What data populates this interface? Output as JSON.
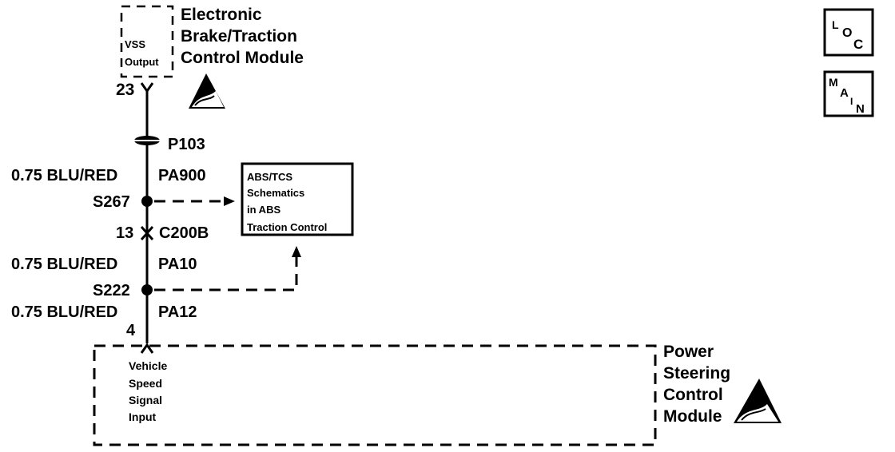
{
  "top_module": {
    "name_lines": [
      "Electronic",
      "Brake/Traction",
      "Control Module"
    ],
    "inner_lines": [
      "VSS",
      "Output"
    ],
    "pin": "23"
  },
  "splice_connector": {
    "label": "P103"
  },
  "wire_segments": [
    {
      "gauge_color": "0.75 BLU/RED",
      "circuit": "PA900"
    },
    {
      "gauge_color": "0.75 BLU/RED",
      "circuit": "PA10"
    },
    {
      "gauge_color": "0.75 BLU/RED",
      "circuit": "PA12"
    }
  ],
  "splices": [
    {
      "label": "S267"
    },
    {
      "label": "S222"
    }
  ],
  "connector": {
    "pin": "13",
    "label": "C200B"
  },
  "reference_box": {
    "lines": [
      "ABS/TCS",
      "Schematics",
      "in ABS",
      "Traction Control"
    ]
  },
  "bottom_module": {
    "pin": "4",
    "name_lines": [
      "Power",
      "Steering",
      "Control",
      "Module"
    ],
    "inner_lines": [
      "Vehicle",
      "Speed",
      "Signal",
      "Input"
    ]
  },
  "nav_icons": [
    {
      "name": "loc",
      "letters": [
        "L",
        "O",
        "C"
      ]
    },
    {
      "name": "main",
      "letters": [
        "M",
        "A",
        "I",
        "N"
      ]
    }
  ],
  "colors": {
    "ink": "#000000",
    "background": "#ffffff"
  }
}
